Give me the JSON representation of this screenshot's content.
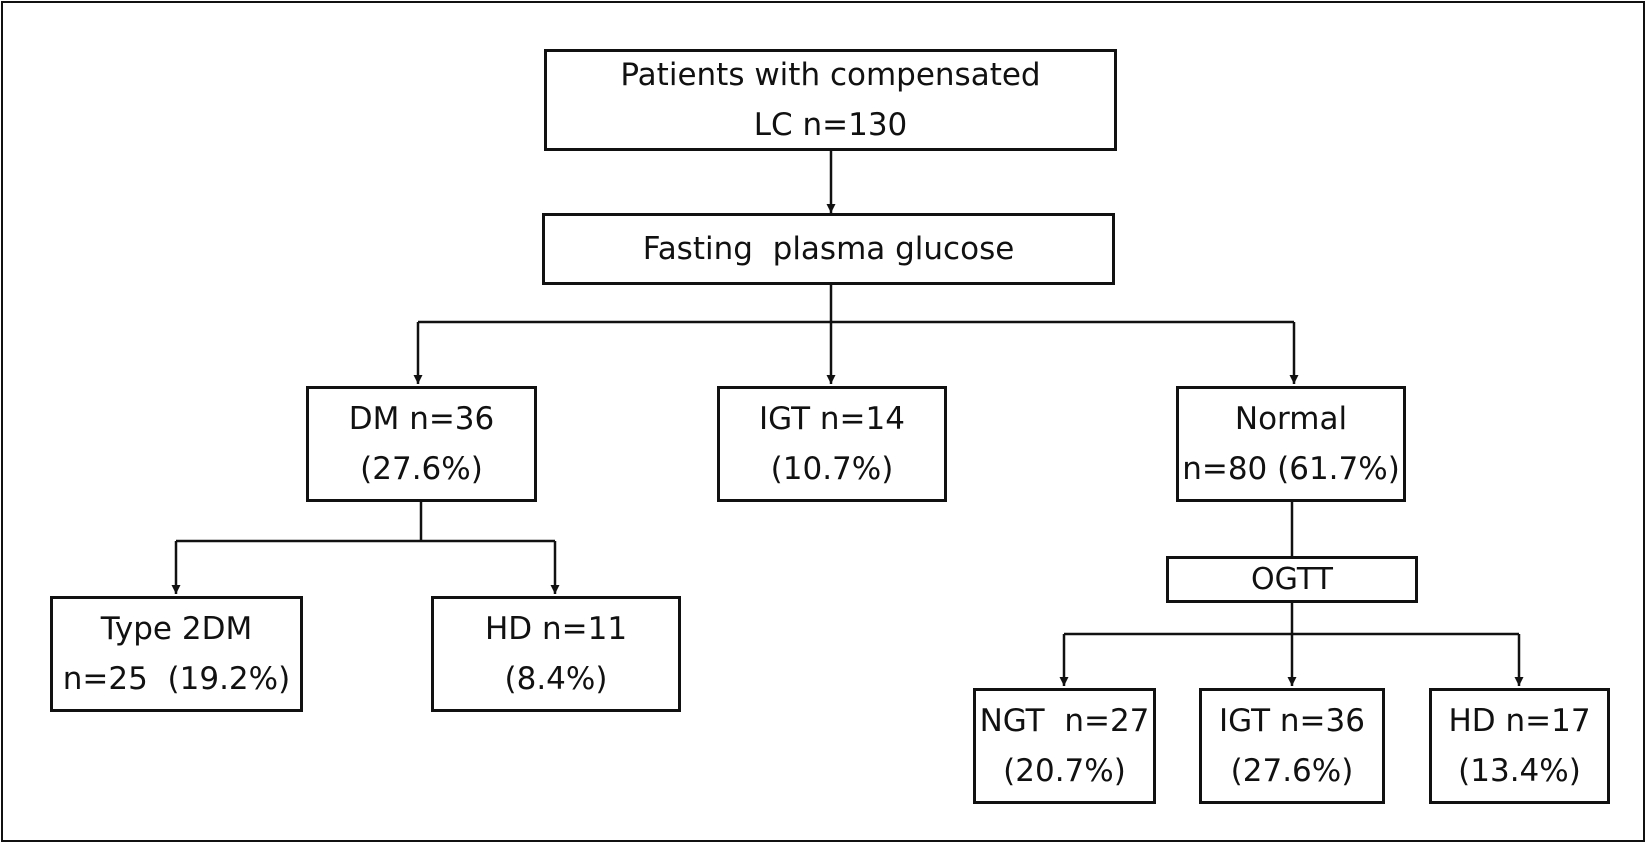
{
  "nodes": {
    "root": {
      "line1": "Patients with compensated",
      "line2": "LC n=130"
    },
    "fpg": {
      "line1": "Fasting  plasma glucose"
    },
    "dm": {
      "line1": "DM n=36",
      "line2": "(27.6%)"
    },
    "igt": {
      "line1": "IGT n=14",
      "line2": "(10.7%)"
    },
    "normal": {
      "line1": "Normal",
      "line2": "n=80 (61.7%)"
    },
    "type2": {
      "line1": "Type 2DM",
      "line2": "n=25  (19.2%)"
    },
    "hd1": {
      "line1": "HD n=11",
      "line2": "(8.4%)"
    },
    "ogtt": {
      "line1": "OGTT"
    },
    "ngt": {
      "line1": "NGT  n=27",
      "line2": "(20.7%)"
    },
    "igt2": {
      "line1": "IGT n=36",
      "line2": "(27.6%)"
    },
    "hd2": {
      "line1": "HD n=17",
      "line2": "(13.4%)"
    }
  },
  "colors": {
    "line": "#111111",
    "background": "#ffffff"
  }
}
